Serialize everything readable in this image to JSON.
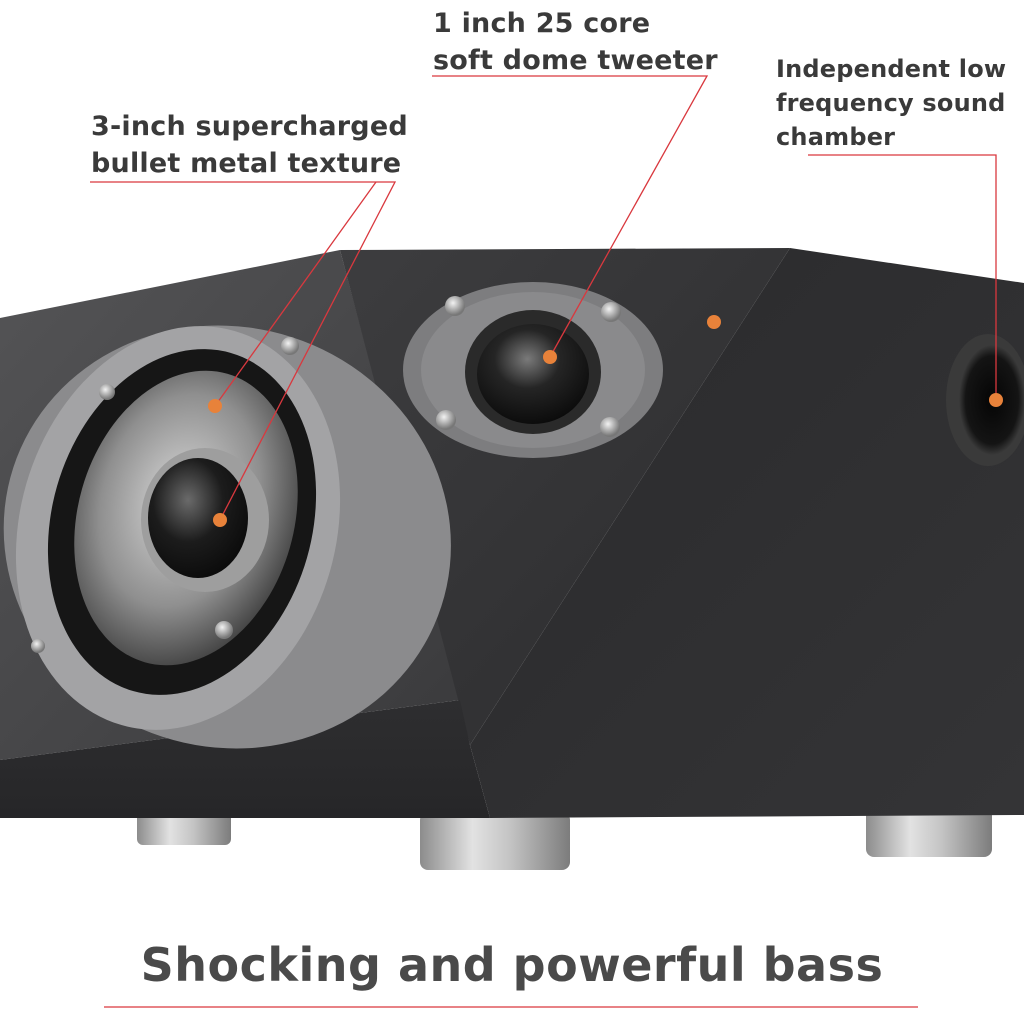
{
  "callouts": {
    "woofer": {
      "line1": "3-inch supercharged",
      "line2": "bullet metal texture"
    },
    "tweeter": {
      "line1": "1 inch 25 core",
      "line2": "soft dome tweeter"
    },
    "chamber": {
      "line1": "Independent low",
      "line2": "frequency sound",
      "line3": "chamber"
    }
  },
  "headline": "Shocking and powerful bass",
  "colors": {
    "leader_line": "#d9383e",
    "marker_dot": "#e8823a",
    "text": "#3a3a3a",
    "speaker_body": "#2f2f30",
    "metal": "#b8b8b8"
  }
}
